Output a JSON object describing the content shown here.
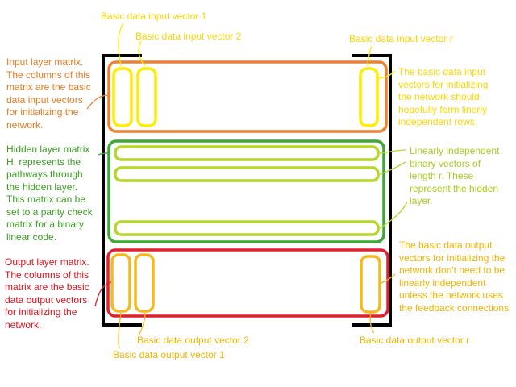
{
  "colors": {
    "input": "#f08030",
    "input_text": "#e8781e",
    "hidden": "#3aaa35",
    "hidden_text": "#3a9a22",
    "output": "#e0202a",
    "output_text": "#e0101a",
    "vector_yellow": "#ffec00",
    "vector_yellow_text": "#ffd500",
    "vector_lime": "#b5d62a",
    "vector_lime_text": "#a9cc1e",
    "vector_orange": "#f5b820",
    "vector_orange_text": "#f0b400",
    "bracket": "#000000"
  },
  "labels": {
    "input_vec_1": "Basic data input vector 1",
    "input_vec_2": "Basic data input vector 2",
    "input_vec_r": "Basic data input vector r",
    "input_matrix": [
      "Input layer matrix.",
      "The columns of this",
      "matrix are the basic",
      "data input vectors",
      "for initializing the",
      "network."
    ],
    "input_note": [
      "The basic data input",
      "vectors for initializing",
      "the network should",
      "hopefully form linerly",
      "independent rows."
    ],
    "hidden_matrix": [
      "Hidden layer matrix",
      "H, represents the",
      "pathways through",
      "the hidden layer.",
      "This matrix can be",
      "set to a parity check",
      "matrix for a binary",
      "linear code."
    ],
    "hidden_note": [
      "Linearly independent",
      "binary vectors of",
      "length r. These",
      "represent the hidden",
      "layer."
    ],
    "output_matrix": [
      "Output layer matrix.",
      "The columns of this",
      "matrix are the basic",
      "data output vectors",
      "for initializing the",
      "network."
    ],
    "output_note": [
      "The basic data output",
      "vectors for initializing the",
      "network don't need to be",
      "linearly independent",
      "unless the network uses",
      "the feedback connections"
    ],
    "output_vec_1": "Basic data output vector 1",
    "output_vec_2": "Basic data output vector 2",
    "output_vec_r": "Basic data output vector r"
  }
}
